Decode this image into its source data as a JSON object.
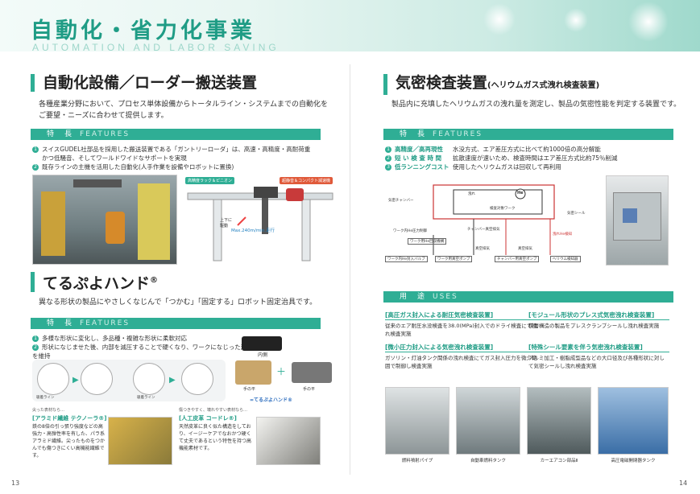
{
  "header": {
    "title_jp": "自動化・省力化事業",
    "title_en": "AUTOMATION AND LABOR SAVING"
  },
  "left": {
    "section1": {
      "title": "自動化設備／ローダー搬送装置",
      "desc1": "各種産業分野において、プロセス単体設備からトータルライン・システムまでの自動化を",
      "desc2": "ご要望・ニーズに合わせて提供します。",
      "features_label": "特　長",
      "features_en": "FEATURES",
      "f1a": "スイスGUDEL社部品を採用した搬送装置である「ガントリーローダ」は、高速・高精度・高耐荷重",
      "f1b": "かつ低騒音、そしてワールドワイドなサポートを実現",
      "f2": "既存ラインの主機を活用した自動化(人手作業を設備やロボットに置換)",
      "diagram": {
        "tag1": "高精度ラック＆ピニオン",
        "tag2": "超静音＆コンパクト減速機",
        "updown": "上下に",
        "updown2": "駆動",
        "speed": "Max.240m/min.走行"
      }
    },
    "section2": {
      "title": "てるぷよハンド",
      "reg": "®",
      "desc": "異なる形状の製品にやさしくなじんで「つかむ」「固定する」ロボット固定治具です。",
      "features_label": "特　長",
      "features_en": "FEATURES",
      "f1": "多様な形状に変化し、多品種・複雑な形状に柔軟対応",
      "f2": "形状になじませた後、内部を減圧することで硬くなり、ワークになじった形状を維持",
      "labels": {
        "inside": "内側",
        "palm": "手の平",
        "palm2": "手の平",
        "teru": "=てるぷよハンド®",
        "lbl1": "吸着ライン",
        "lbl2": "吸着ライン"
      },
      "aramid": {
        "note": "尖った表材なら…",
        "title": "[アラミド繊維 テクノーラ®]",
        "body": "鉄の8倍の引っ張り強度などの高強力・高弾性率を有した、パラ系アラミド繊維。尖ったものをつかんでも傷つきにくい高機能繊維です。"
      },
      "leather": {
        "note": "傷つきやすく、壊れやすい表材なら…",
        "title": "[人工皮革 コードレ®]",
        "body": "天然皮革に良く似た構造をしており、イージーケアでなおかつ硬くて丈夫であるという特性を持つ高機能素材です。"
      }
    }
  },
  "right": {
    "section1": {
      "title": "気密検査装置",
      "subtitle": "(ヘリウムガス式洩れ検査装置)",
      "desc": "製品内に充填したヘリウムガスの洩れ量を測定し、製品の気密性能を判定する装置です。",
      "features_label": "特　長",
      "features_en": "FEATURES",
      "f1_label": "高精度／高再現性",
      "f1": "水没方式、エア差圧方式に比べて約1000倍の高分解能",
      "f2_label": "短 い 検 査 時 間",
      "f2": "拡散速度が速いため、検査時間はエア差圧方式比約75％削減",
      "f3_label": "低ランニングコスト",
      "f3": "使用したヘリウムガスは回収して再利用",
      "diagram": {
        "chamber": "気密チャンバー",
        "leak": "洩れ",
        "he": "He",
        "work": "検査対象ワーク",
        "seal": "気密シール",
        "he_pressure": "ワーク内He圧力制御",
        "chamber_vac": "チャンバー真空排気",
        "he_detect": "洩れHe検知",
        "recover": "ワーク用He回収機構",
        "he_in": "ワーク内He封入バルブ",
        "vac_pump1": "ワーク用真空ポンプ",
        "vac_pump2": "チャンバー用真空ポンプ",
        "detector": "ヘリウム検知器",
        "vac1": "真空排気",
        "vac2": "真空排気"
      }
    },
    "section2": {
      "label": "用　途",
      "en": "USES",
      "u1_title": "[高圧ガス封入による耐圧気密検査装置]",
      "u1_desc": "従来のエア耐圧水没検査を38.0(MPa)封入でのドライ検査にて洩れ検査実施",
      "u2_title": "[モジュール形状のプレス式気密洩れ検査装置]",
      "u2_desc": "積層構造の製品をプレスクランプシールし洩れ検査実施",
      "u3_title": "[微小圧力封入による気密洩れ検査装置]",
      "u3_desc": "ガソリン・灯油タンク関係の洩れ検査にてガス封入圧力を微少範囲で制御し検査実施",
      "u4_title": "[特殊シール要素を伴う気密洩れ検査装置]",
      "u4_desc": "アルミ加工・樹脂成型品などの大口径及び各種形状に対して気密シールし洩れ検査実施",
      "caps": [
        "燃料噴射パイプ",
        "自動車燃料タンク",
        "カーエアコン部品Ⅱ",
        "高圧電磁開閉器タンク"
      ]
    }
  },
  "page_numbers": {
    "left": "13",
    "right": "14"
  }
}
